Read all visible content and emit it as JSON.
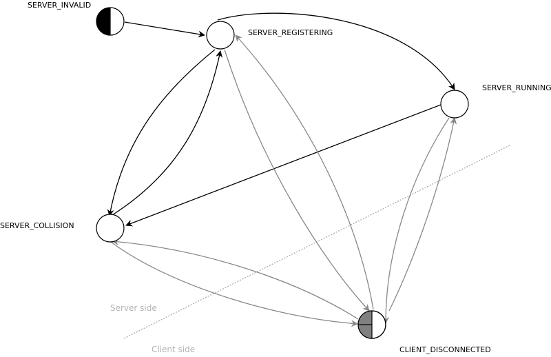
{
  "states": {
    "server_invalid": {
      "label": "SERVER_INVALID"
    },
    "server_registering": {
      "label": "SERVER_REGISTERING"
    },
    "server_running": {
      "label": "SERVER_RUNNING"
    },
    "server_collision": {
      "label": "SERVER_COLLISION"
    },
    "client_disconnected": {
      "label": "CLIENT_DISCONNECTED"
    }
  },
  "regions": {
    "server_side": "Server side",
    "client_side": "Client side"
  },
  "colors": {
    "server_transition": "#000000",
    "client_transition": "#888888",
    "divider": "#b4b4b4",
    "client_state_fill": "#808080"
  }
}
